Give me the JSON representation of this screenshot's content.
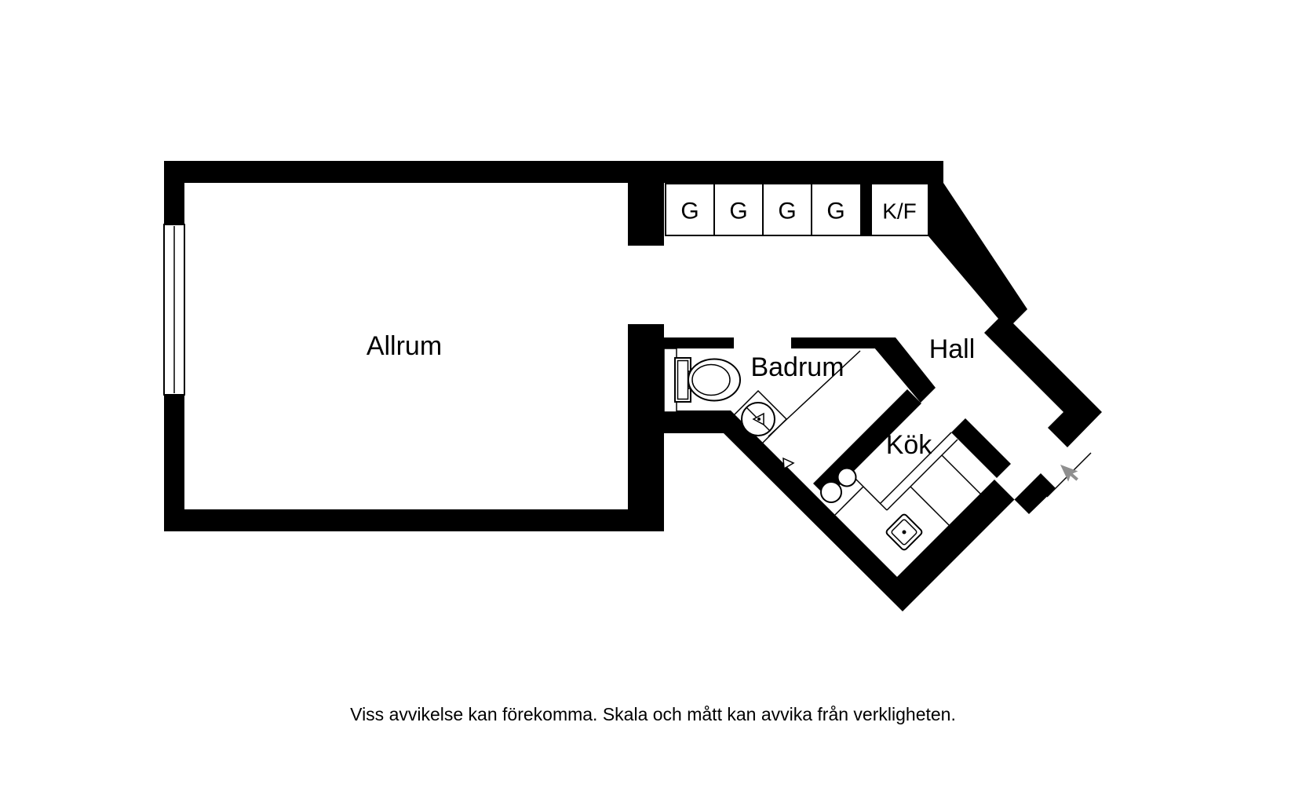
{
  "floorplan": {
    "rooms": {
      "allrum": "Allrum",
      "badrum": "Badrum",
      "hall": "Hall",
      "kok": "Kök"
    },
    "closets": {
      "units": [
        {
          "label": "G"
        },
        {
          "label": "G"
        },
        {
          "label": "G"
        },
        {
          "label": "G"
        }
      ],
      "fridge_label": "K/F"
    },
    "disclaimer": "Viss avvikelse kan förekomma. Skala och mått kan avvika från verkligheten.",
    "colors": {
      "wall": "#000000",
      "background": "#ffffff",
      "cursor": "#8f8f8f"
    }
  }
}
